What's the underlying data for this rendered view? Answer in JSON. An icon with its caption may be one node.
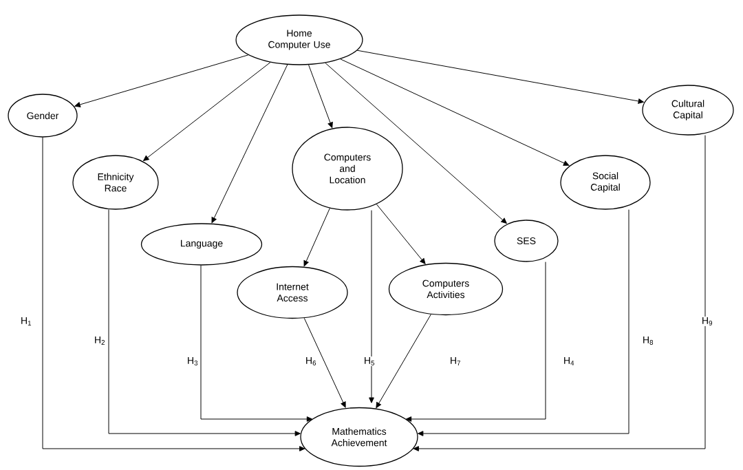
{
  "diagram": {
    "nodes": [
      {
        "text": [
          "Home Computer Use"
        ]
      },
      {
        "text": [
          "Gender"
        ]
      },
      {
        "text": [
          "Cultural Capital"
        ]
      },
      {
        "text": [
          "Computers and Location"
        ]
      },
      {
        "text": [
          "Ethnicity Race"
        ]
      },
      {
        "text": [
          "Social Capital"
        ]
      },
      {
        "text": [
          "Language"
        ]
      },
      {
        "text": [
          "SES"
        ]
      },
      {
        "text": [
          "Internet Access"
        ]
      },
      {
        "text": [
          "Computers Activities"
        ]
      },
      {
        "text": [
          "Mathematics Achievement"
        ]
      }
    ],
    "edges": [
      {
        "from": 0,
        "to": 1,
        "arrow": "to"
      },
      {
        "from": 0,
        "to": 4,
        "arrow": "to"
      },
      {
        "from": 0,
        "to": 6,
        "arrow": "to"
      },
      {
        "from": 0,
        "to": 3,
        "arrow": "to"
      },
      {
        "from": 0,
        "to": 7,
        "arrow": "to"
      },
      {
        "from": 0,
        "to": 5,
        "arrow": "to"
      },
      {
        "from": 0,
        "to": 2,
        "arrow": "to"
      },
      {
        "from": 3,
        "to": 8,
        "arrow": "to"
      },
      {
        "from": 3,
        "to": 9,
        "arrow": "to"
      },
      {
        "from": 1,
        "to": 10,
        "arrow": "to",
        "label": "H$_{1}$"
      },
      {
        "from": 4,
        "to": 10,
        "arrow": "to",
        "label": "H$_{2}$"
      },
      {
        "from": 6,
        "to": 10,
        "arrow": "to",
        "label": "H$_{3}$"
      },
      {
        "from": 8,
        "to": 10,
        "arrow": "to",
        "label": "H$_{6}$"
      },
      {
        "from": 3,
        "to": 10,
        "arrow": "to",
        "label": "H$_{5}$"
      },
      {
        "from": 9,
        "to": 10,
        "arrow": "to",
        "label": "H$_{7}$"
      },
      {
        "from": 7,
        "to": 10,
        "arrow": "to",
        "label": "H$_{4}$"
      },
      {
        "from": 5,
        "to": 10,
        "arrow": "to",
        "label": "H$_{8}$"
      },
      {
        "from": 2,
        "to": 10,
        "arrow": "to",
        "label": "H$_{9}$"
      }
    ]
  }
}
